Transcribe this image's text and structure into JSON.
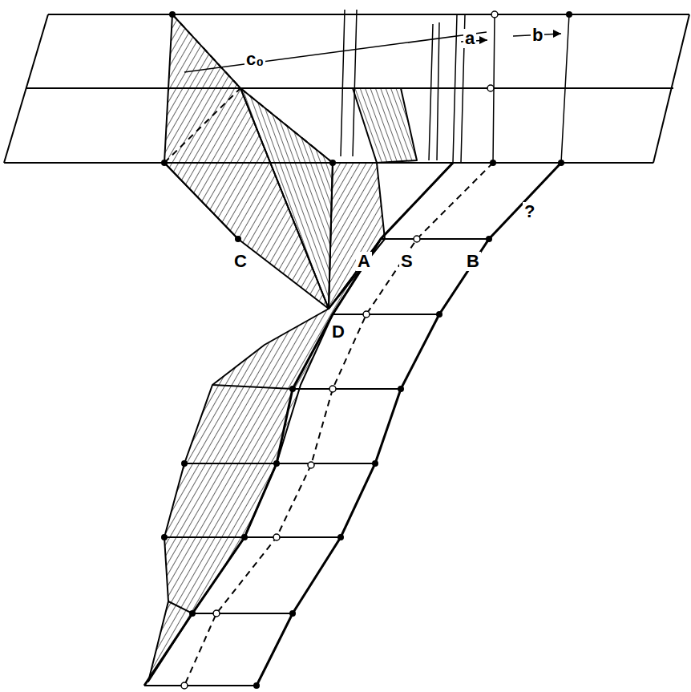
{
  "diagram": {
    "labels": [
      "c₀",
      "a",
      "b",
      "?",
      "C",
      "A",
      "S",
      "B",
      "D"
    ]
  }
}
